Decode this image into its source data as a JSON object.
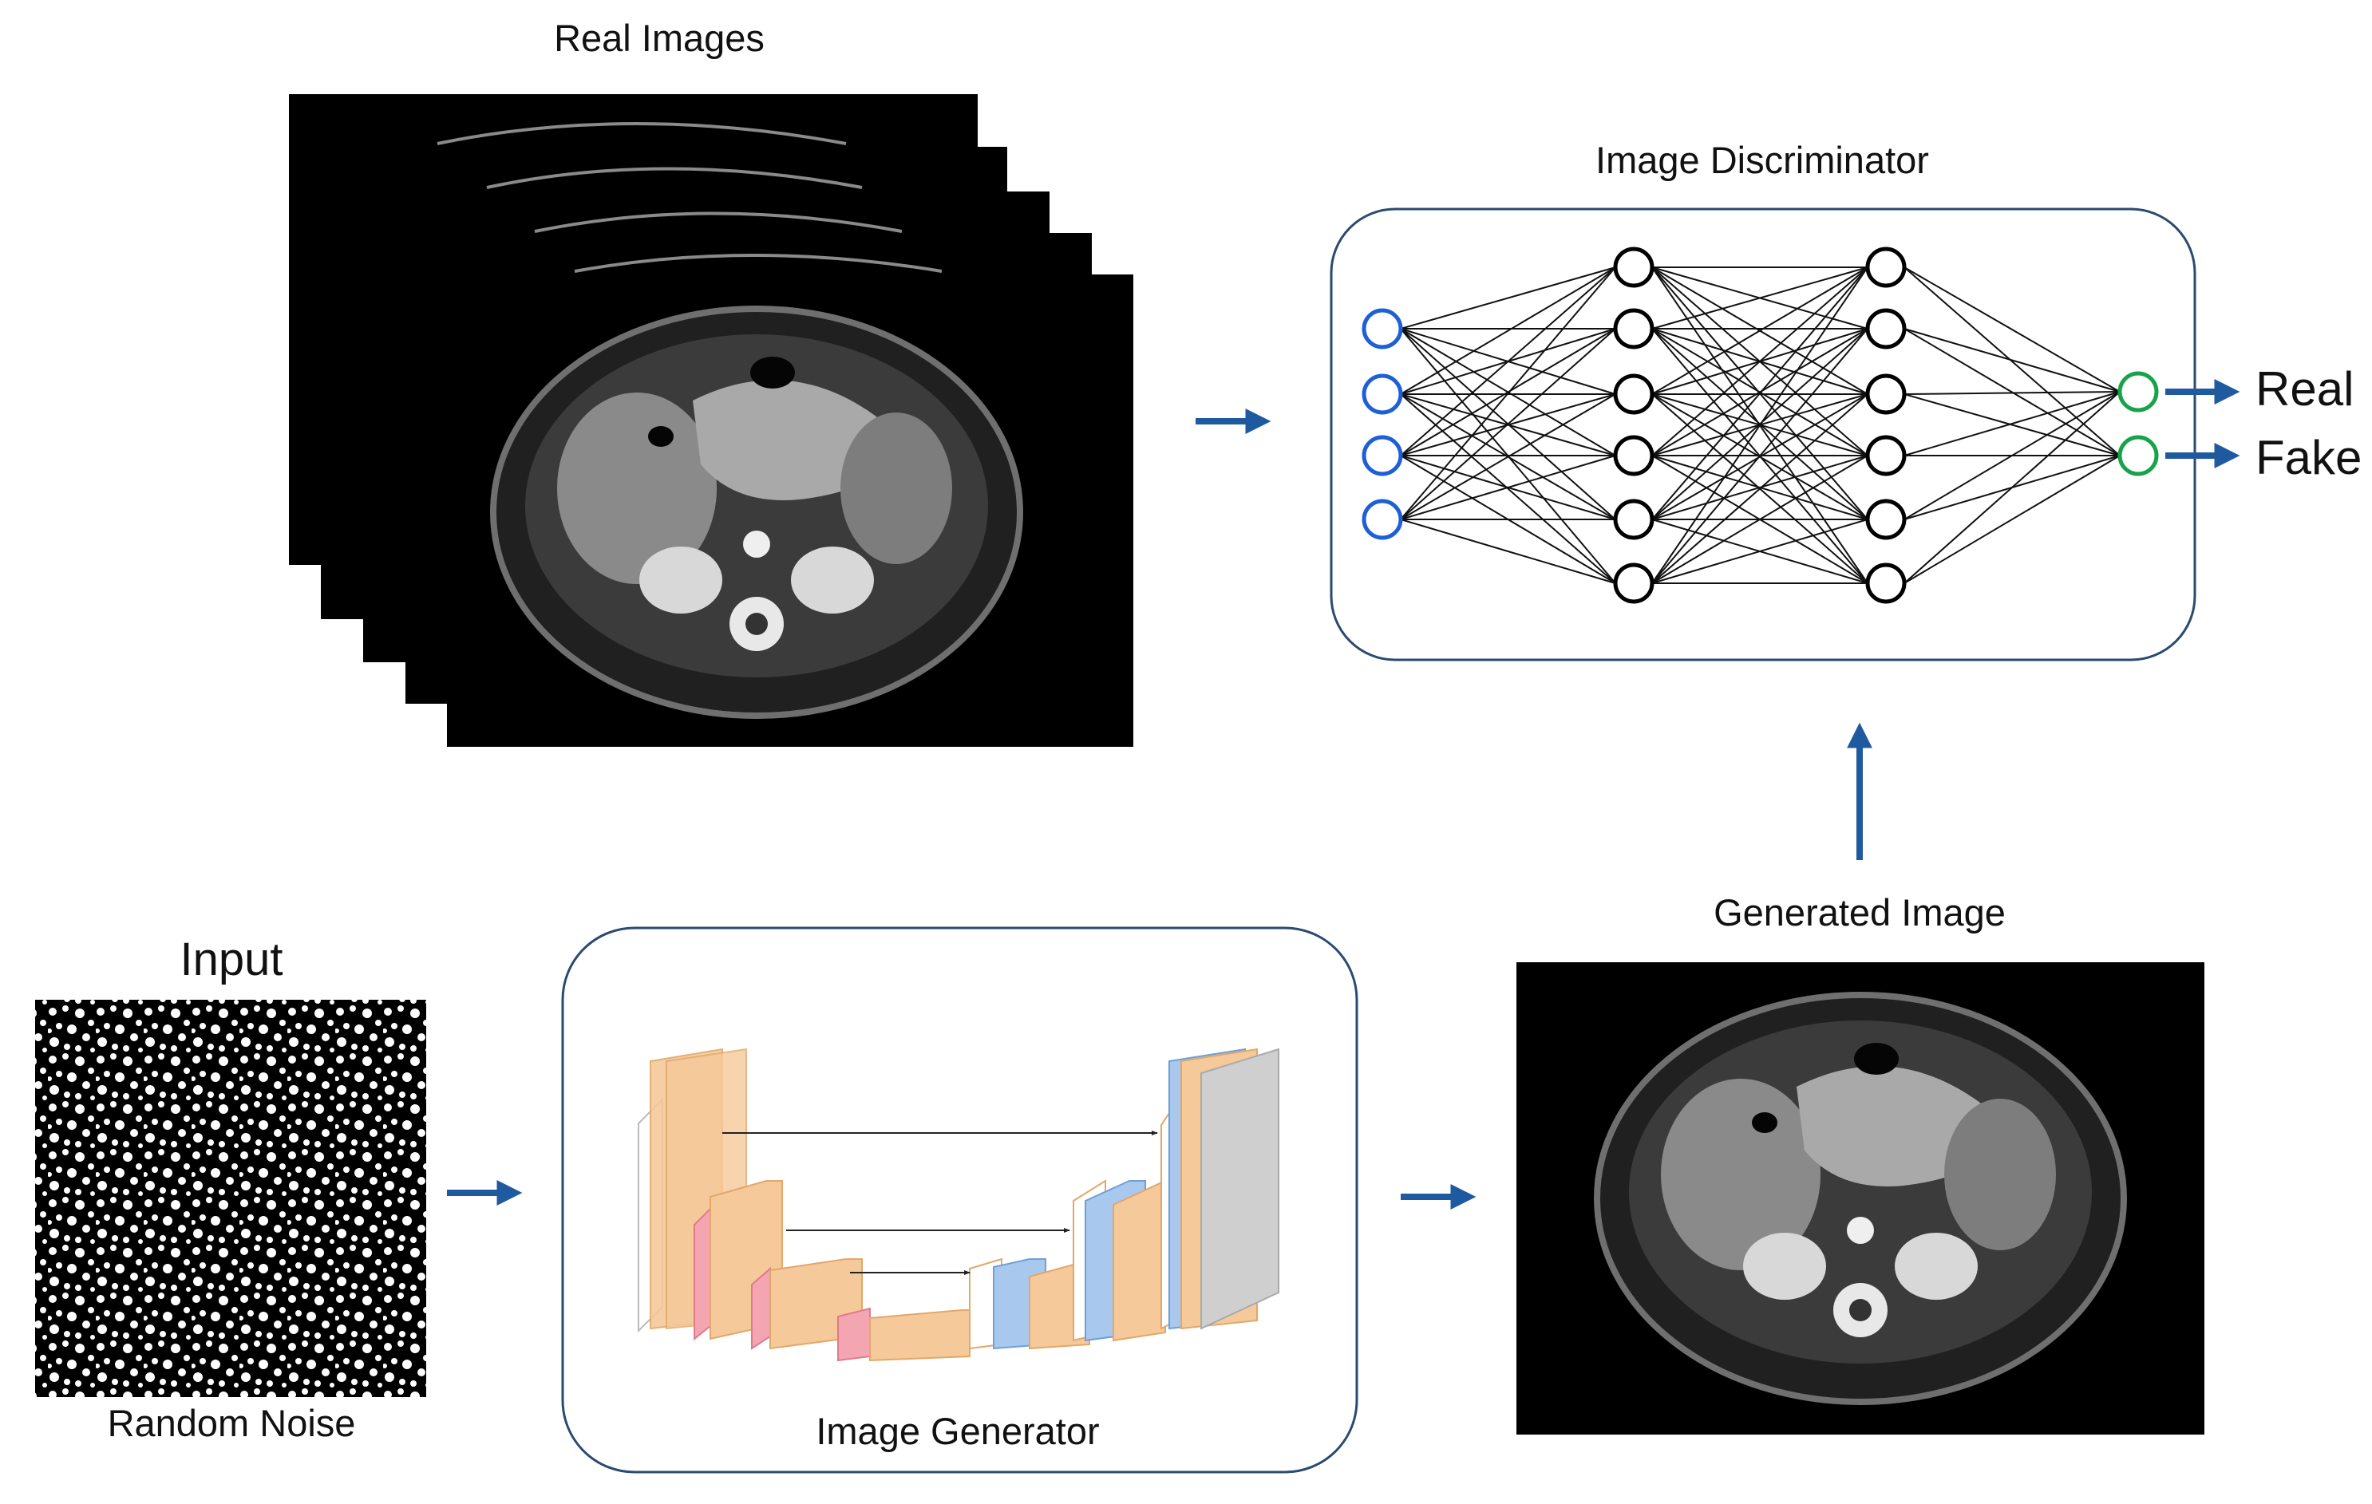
{
  "labels": {
    "real_images": "Real Images",
    "discriminator": "Image Discriminator",
    "real": "Real",
    "fake": "Fake",
    "generated_image": "Generated Image",
    "input": "Input",
    "random_noise": "Random Noise",
    "generator": "Image Generator"
  },
  "network": {
    "layers": [
      4,
      6,
      6,
      2
    ],
    "input_color": "#1f5fd6",
    "hidden_color": "#000000",
    "output_color": "#17a34a"
  },
  "colors": {
    "arrow": "#1f5aa0",
    "box_border": "#2b4a6f",
    "unet_orange": "#f6c99a",
    "unet_pink": "#f3a6b2",
    "unet_blue": "#a9c8ee",
    "unet_gray": "#cfcfcf"
  }
}
